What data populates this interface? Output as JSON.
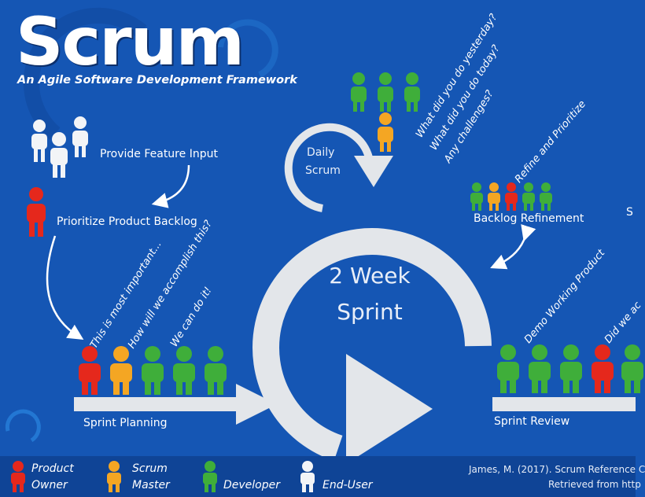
{
  "header": {
    "title": "Scrum",
    "subtitle": "An Agile Software Development Framework"
  },
  "steps": {
    "feature_input": "Provide Feature Input",
    "prioritize": "Prioritize Product Backlog",
    "sprint_planning": "Sprint Planning",
    "daily_scrum_line1": "Daily",
    "daily_scrum_line2": "Scrum",
    "sprint_line1": "2 Week",
    "sprint_line2": "Sprint",
    "backlog_refinement": "Backlog Refinement",
    "sprint_review": "Sprint Review",
    "cut_right_label": "S"
  },
  "planning_quotes": [
    "This is most important...",
    "How will we accomplish this?",
    "We can do it!"
  ],
  "daily_questions": [
    "What did you do yesterday?",
    "What did you do today?",
    "Any challenges?"
  ],
  "refine_text": "Refine and Prioritize",
  "demo_text": "Demo Working Product",
  "review_quote": "Did we ac",
  "legend": {
    "product_owner_1": "Product",
    "product_owner_2": "Owner",
    "scrum_master_1": "Scrum",
    "scrum_master_2": "Master",
    "developer": "Developer",
    "end_user": "End-User"
  },
  "citation": {
    "line1": "James, M. (2017). Scrum Reference C",
    "line2": "Retrieved from http"
  },
  "colors": {
    "background": "#1556b4",
    "product_owner": "#e5281c",
    "scrum_master": "#f4a623",
    "developer": "#3fae3a",
    "end_user": "#f2f4f7",
    "arrow": "#e3e6ea"
  }
}
